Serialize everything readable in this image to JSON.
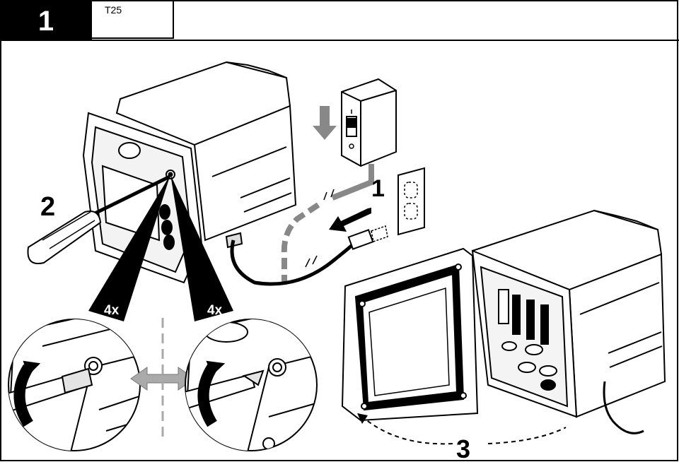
{
  "step": {
    "number": "1"
  },
  "tool": {
    "label": "T25",
    "icon": "torx-screwdriver-icon"
  },
  "callouts": {
    "unplug": "1",
    "unscrew": "2",
    "open_door": "3",
    "qty_left": "4x",
    "qty_right": "4x"
  }
}
